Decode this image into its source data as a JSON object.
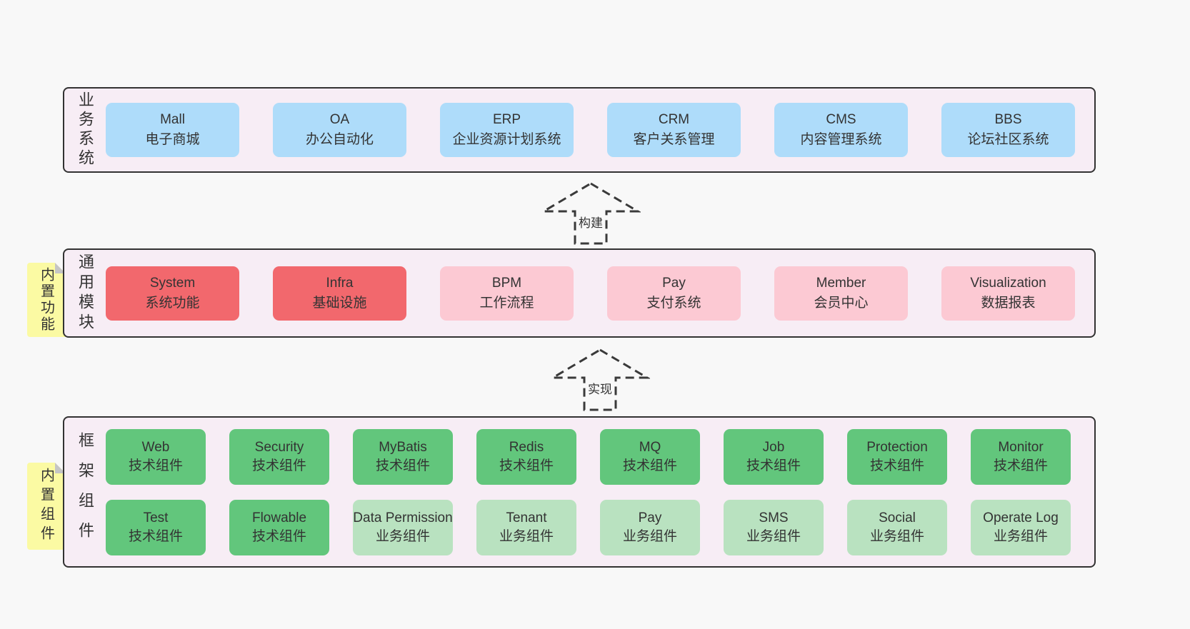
{
  "colors": {
    "page_bg": "#f8f8f8",
    "layer_bg": "#f7edf5",
    "layer_border": "#323232",
    "blue_box": "#aedcfa",
    "red_box": "#f2686d",
    "pink_box": "#fcc9d3",
    "green_box": "#62c67c",
    "light_green_box": "#b9e2c0",
    "sticky_yellow": "#fbfaa3",
    "sticky_fold_gray": "#c5c5c5",
    "text": "#333333"
  },
  "arrows": [
    {
      "label": "构建"
    },
    {
      "label": "实现"
    }
  ],
  "layers": [
    {
      "label": "业务系统",
      "boxes": [
        {
          "en": "Mall",
          "zh": "电子商城"
        },
        {
          "en": "OA",
          "zh": "办公自动化"
        },
        {
          "en": "ERP",
          "zh": "企业资源计划系统"
        },
        {
          "en": "CRM",
          "zh": "客户关系管理"
        },
        {
          "en": "CMS",
          "zh": "内容管理系统"
        },
        {
          "en": "BBS",
          "zh": "论坛社区系统"
        }
      ]
    },
    {
      "label": "通用模块",
      "sticky": "内置功能",
      "boxes": [
        {
          "en": "System",
          "zh": "系统功能"
        },
        {
          "en": "Infra",
          "zh": "基础设施"
        },
        {
          "en": "BPM",
          "zh": "工作流程"
        },
        {
          "en": "Pay",
          "zh": "支付系统"
        },
        {
          "en": "Member",
          "zh": "会员中心"
        },
        {
          "en": "Visualization",
          "zh": "数据报表"
        }
      ]
    },
    {
      "label": "框架组件",
      "sticky": "内置组件",
      "rows": [
        [
          {
            "en": "Web",
            "zh": "技术组件"
          },
          {
            "en": "Security",
            "zh": "技术组件"
          },
          {
            "en": "MyBatis",
            "zh": "技术组件"
          },
          {
            "en": "Redis",
            "zh": "技术组件"
          },
          {
            "en": "MQ",
            "zh": "技术组件"
          },
          {
            "en": "Job",
            "zh": "技术组件"
          },
          {
            "en": "Protection",
            "zh": "技术组件"
          },
          {
            "en": "Monitor",
            "zh": "技术组件"
          }
        ],
        [
          {
            "en": "Test",
            "zh": "技术组件"
          },
          {
            "en": "Flowable",
            "zh": "技术组件"
          },
          {
            "en": "Data Permission",
            "zh": "业务组件"
          },
          {
            "en": "Tenant",
            "zh": "业务组件"
          },
          {
            "en": "Pay",
            "zh": "业务组件"
          },
          {
            "en": "SMS",
            "zh": "业务组件"
          },
          {
            "en": "Social",
            "zh": "业务组件"
          },
          {
            "en": "Operate Log",
            "zh": "业务组件"
          }
        ]
      ]
    }
  ]
}
